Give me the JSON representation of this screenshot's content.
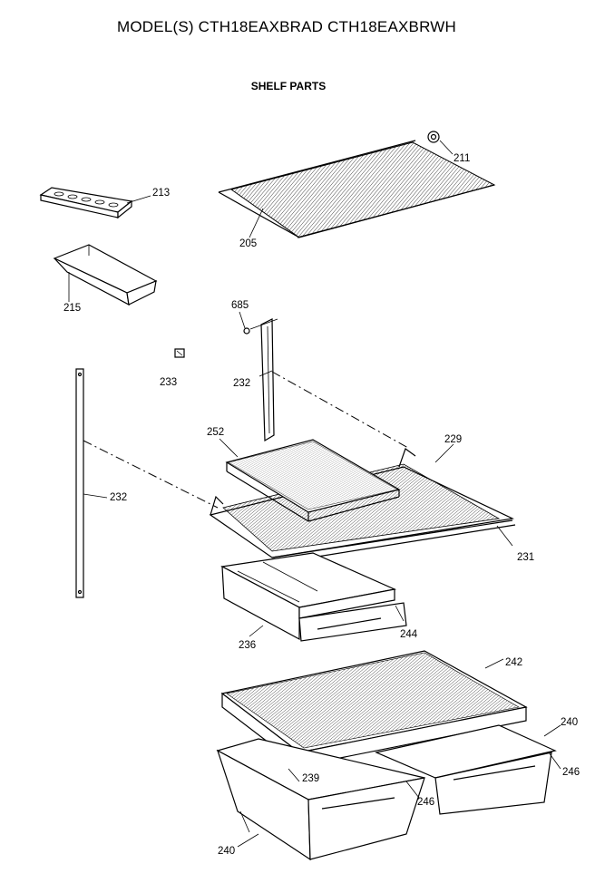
{
  "header": {
    "title": "MODEL(S) CTH18EAXBRAD  CTH18EAXBRWH",
    "subtitle": "SHELF PARTS"
  },
  "parts": [
    {
      "id": "p211",
      "label": "211"
    },
    {
      "id": "p213",
      "label": "213"
    },
    {
      "id": "p205",
      "label": "205"
    },
    {
      "id": "p215",
      "label": "215"
    },
    {
      "id": "p685",
      "label": "685"
    },
    {
      "id": "p233",
      "label": "233"
    },
    {
      "id": "p232a",
      "label": "232"
    },
    {
      "id": "p252",
      "label": "252"
    },
    {
      "id": "p229",
      "label": "229"
    },
    {
      "id": "p232b",
      "label": "232"
    },
    {
      "id": "p231",
      "label": "231"
    },
    {
      "id": "p244",
      "label": "244"
    },
    {
      "id": "p236",
      "label": "236"
    },
    {
      "id": "p242",
      "label": "242"
    },
    {
      "id": "p240a",
      "label": "240"
    },
    {
      "id": "p246a",
      "label": "246"
    },
    {
      "id": "p239",
      "label": "239"
    },
    {
      "id": "p246b",
      "label": "246"
    },
    {
      "id": "p240b",
      "label": "240"
    }
  ]
}
